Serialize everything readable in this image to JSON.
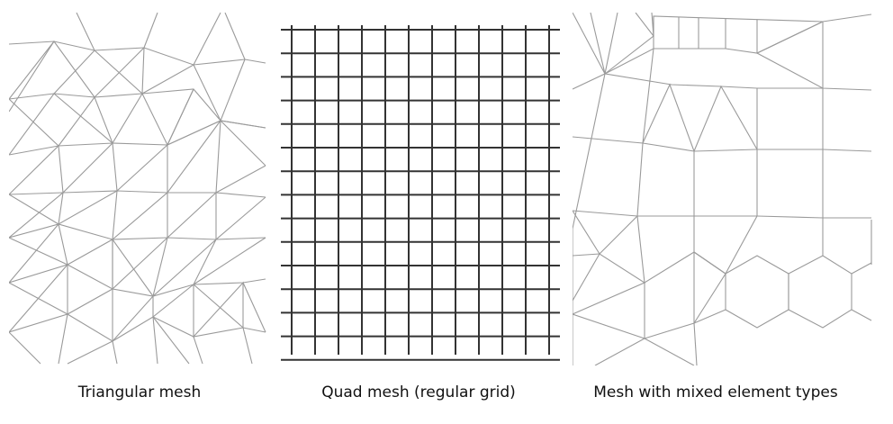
{
  "panels": [
    {
      "caption": "Triangular mesh"
    },
    {
      "caption": "Quad mesh (regular grid)"
    },
    {
      "caption": "Mesh with mixed element types"
    }
  ],
  "colors": {
    "mesh_line": "#9a9a9a",
    "grid_line": "#333333",
    "background": "#ffffff"
  }
}
